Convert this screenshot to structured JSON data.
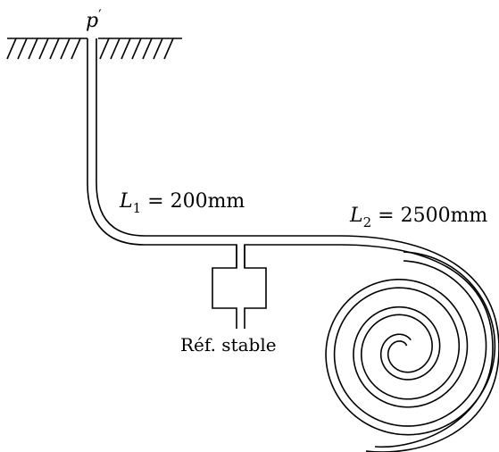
{
  "labels": {
    "p_prime_base": "p",
    "p_prime_mark": "′",
    "L1_var": "L",
    "L1_sub": "1",
    "L1_value": " = 200mm",
    "L2_var": "L",
    "L2_sub": "2",
    "L2_value": " = 2500mm",
    "reference": "Réf. stable"
  },
  "colors": {
    "stroke": "#000000",
    "background": "#ffffff"
  }
}
